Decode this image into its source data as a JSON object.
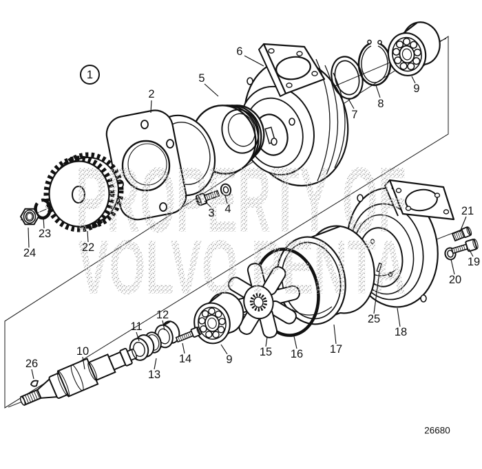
{
  "figure": {
    "view_label": "1",
    "drawing_number": "26680"
  },
  "watermark": {
    "line1": "PROPERTY OF",
    "line2": "VOLVO PENTA"
  },
  "colors": {
    "line": "#111111",
    "watermark_speckle": "#b5b5b5",
    "background": "#ffffff"
  },
  "callouts": {
    "c1": "1",
    "c2": "2",
    "c3": "3",
    "c4": "4",
    "c5": "5",
    "c6": "6",
    "c7": "7",
    "c8": "8",
    "c9a": "9",
    "c9b": "9",
    "c10": "10",
    "c11": "11",
    "c12": "12",
    "c13": "13",
    "c14": "14",
    "c15": "15",
    "c16": "16",
    "c17": "17",
    "c18": "18",
    "c19": "19",
    "c20": "20",
    "c21": "21",
    "c22": "22",
    "c23": "23",
    "c24": "24",
    "c25": "25",
    "c26": "26"
  }
}
